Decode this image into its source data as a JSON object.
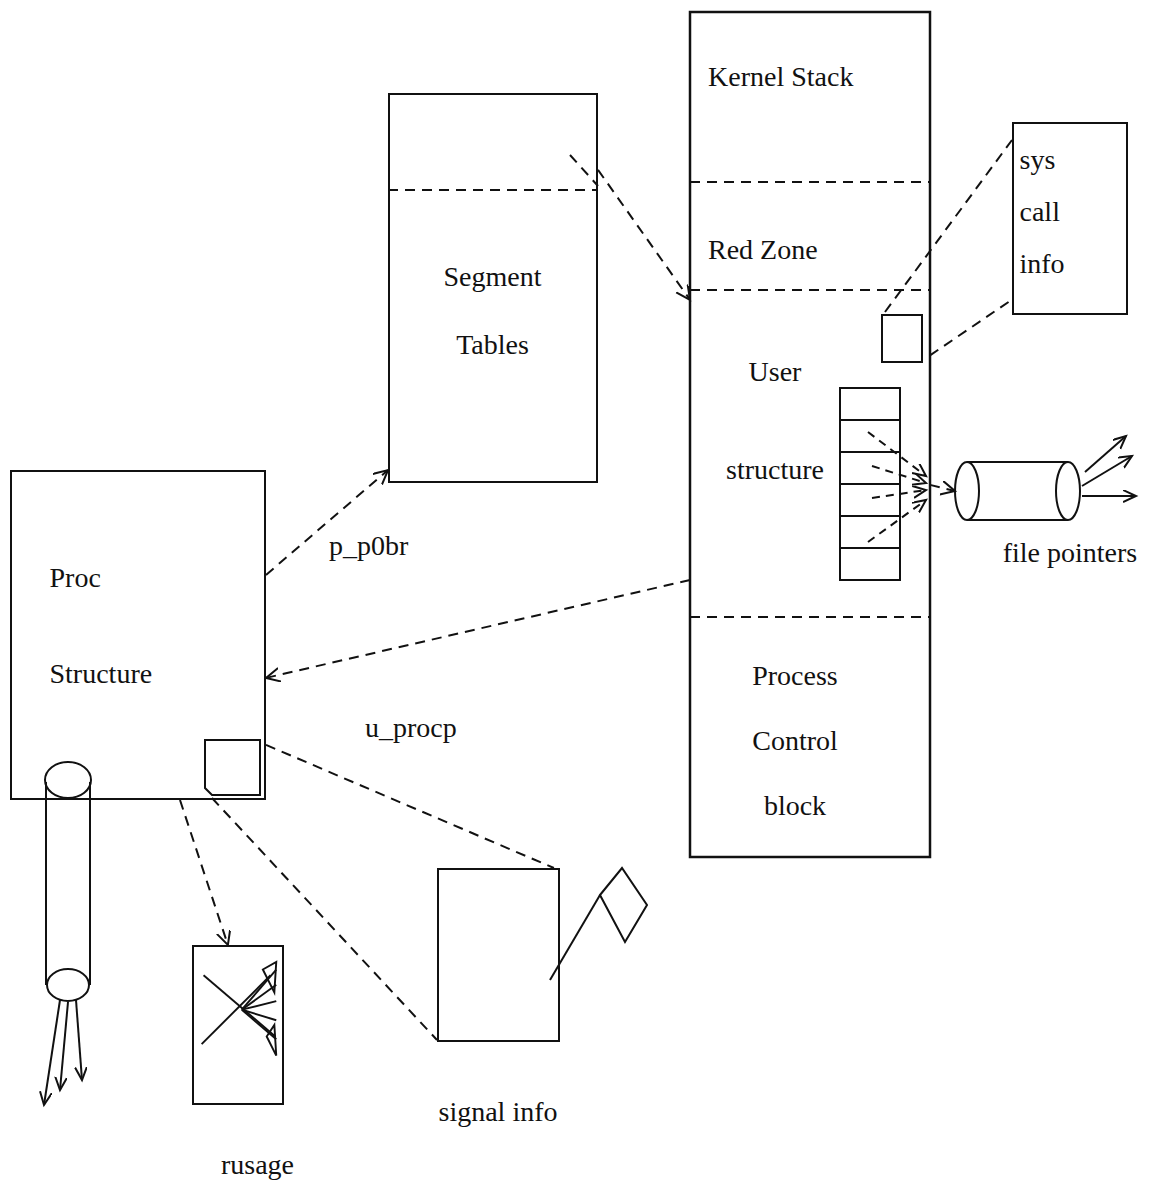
{
  "diagram": {
    "nodes": [
      {
        "text": [
          "Proc Structure"
        ]
      },
      {
        "text": [
          "Segment Tables"
        ]
      },
      {
        "text": [
          "Kernel Stack"
        ]
      },
      {
        "text": [
          "Red Zone"
        ]
      },
      {
        "text": [
          "User structure"
        ]
      },
      {
        "text": [
          "Process Control block"
        ]
      },
      {
        "text": [
          "sys call info"
        ]
      },
      {
        "text": [
          "signal info"
        ]
      },
      {
        "text": [
          "rusage"
        ]
      },
      {
        "text": [
          "file pointers"
        ]
      }
    ],
    "edges": [
      {
        "from": 0,
        "to": 1,
        "label": "p_p0br",
        "arrow": "to"
      },
      {
        "from": 1,
        "to": 4,
        "arrow": "to"
      },
      {
        "from": 4,
        "to": 0,
        "label": "u_procp",
        "arrow": "to"
      },
      {
        "from": 4,
        "to": 6,
        "arrow": "none"
      },
      {
        "from": 4,
        "to": 9,
        "arrow": "to"
      },
      {
        "from": 0,
        "to": 7,
        "arrow": "none"
      },
      {
        "from": 0,
        "to": 8,
        "arrow": "to"
      }
    ]
  }
}
